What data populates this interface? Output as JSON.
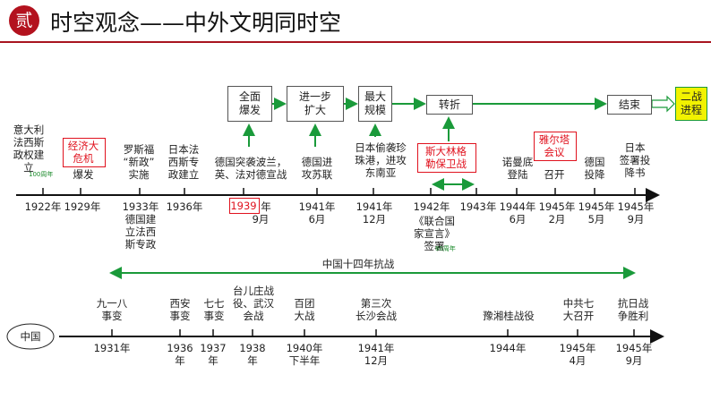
{
  "title": {
    "badge": "贰",
    "text": "时空观念——中外文明同时空"
  },
  "world": {
    "flow": {
      "b1": "全面\n爆发",
      "b2": "进一步\n扩大",
      "b3": "最大\n规模",
      "b4": "转折",
      "b5": "结束",
      "b6": "二战\n进程"
    },
    "above": {
      "a1": "意大利\n法西斯\n政权建\n立",
      "a1_note": "100周年",
      "a2_box": "经济大\n危机",
      "a2": "爆发",
      "a3": "罗斯福\n“新政”\n实施",
      "a4": "日本法\n西斯专\n政建立",
      "a5": "德国突袭波兰，\n英、法对德宣战",
      "a6": "德国进\n攻苏联",
      "a7": "日本偷袭珍\n珠港，进攻\n东南亚",
      "a8_box": "斯大林格\n勒保卫战",
      "a9": "诺曼底\n登陆",
      "a10_box": "雅尔塔\n会议",
      "a10": "召开",
      "a11": "德国\n投降",
      "a12": "日本\n签署投\n降书"
    },
    "below": {
      "d1": "1922年",
      "d2": "1929年",
      "d3": "1933年\n德国建\n立法西\n斯专政",
      "d4": "1936年",
      "d5_box": "1939",
      "d5a": "年",
      "d5b": "9月",
      "d6": "1941年\n6月",
      "d7": "1941年\n12月",
      "d8": "1942年",
      "d8_text": "《联合国\n家宣言》\n签署",
      "d8_note": "80周年",
      "d9": "1943年",
      "d10": "1944年\n6月",
      "d11": "1945年\n2月",
      "d12": "1945年\n5月",
      "d13": "1945年\n9月"
    }
  },
  "china": {
    "label": "中国",
    "span_label": "中国十四年抗战",
    "above": {
      "c1": "九一八\n事变",
      "c2": "西安\n事变",
      "c3": "七七\n事变",
      "c4": "台儿庄战\n役、武汉\n会战",
      "c5": "百团\n大战",
      "c6": "第三次\n长沙会战",
      "c7": "豫湘桂战役",
      "c8": "中共七\n大召开",
      "c9": "抗日战\n争胜利"
    },
    "below": {
      "e1": "1931年",
      "e2": "1936\n年",
      "e3": "1937\n年",
      "e4": "1938\n年",
      "e5": "1940年\n下半年",
      "e6": "1941年\n12月",
      "e7": "1944年",
      "e8": "1945年\n4月",
      "e9": "1945年\n9月"
    }
  },
  "colors": {
    "accent": "#b3121e",
    "red": "#e0121e",
    "green": "#1a9a3a",
    "highlight": "#f2f200"
  }
}
